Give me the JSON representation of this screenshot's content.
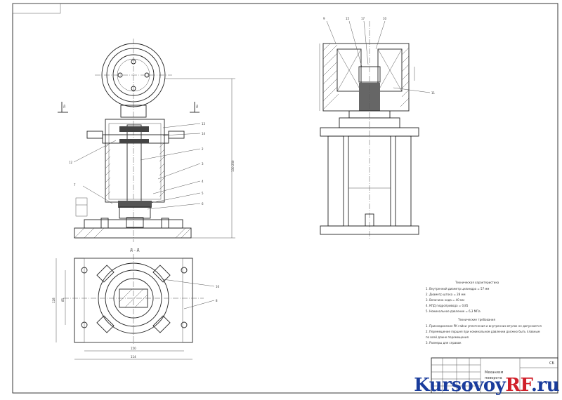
{
  "watermark": {
    "part1": "Kursovoy",
    "part2": "RF",
    "part3": ".ru",
    "color_blue": "#1a3c9c",
    "color_red": "#d0202a"
  },
  "section_label": "Д – Д",
  "views": {
    "top_left_section_marks": [
      "Д",
      "Д"
    ],
    "dims_right": [
      "130",
      "250"
    ],
    "dims_plan": [
      "150",
      "114"
    ],
    "dims_plan_left": [
      "128",
      "85"
    ]
  },
  "balloons": [
    "13",
    "14",
    "15",
    "16",
    "17",
    "12",
    "2",
    "3",
    "4",
    "5",
    "6",
    "7",
    "8",
    "9",
    "10",
    "11"
  ],
  "specs": {
    "title": "Техническая характеристика",
    "items": [
      "1. Внутренний диаметр цилиндра = 57 мм",
      "2. Диаметр штока = 28 мм",
      "3. Величина хода = 40 мм",
      "4. КПД гидропривода = 0,85",
      "5. Номинальное давление = 6,3 МПа"
    ]
  },
  "requirements": {
    "title": "Технические требования",
    "items": [
      "1. Присоединение РК гайки уплотнения и внутренних втулок не допускается",
      "2. Перемещение поршня при номинальном давлении должно быть плавным",
      "по всей длине перемещения",
      "3. Размеры для справок"
    ]
  },
  "title_block": {
    "name_line1": "Механизм",
    "name_line2": "поворота",
    "code": "СБ"
  }
}
